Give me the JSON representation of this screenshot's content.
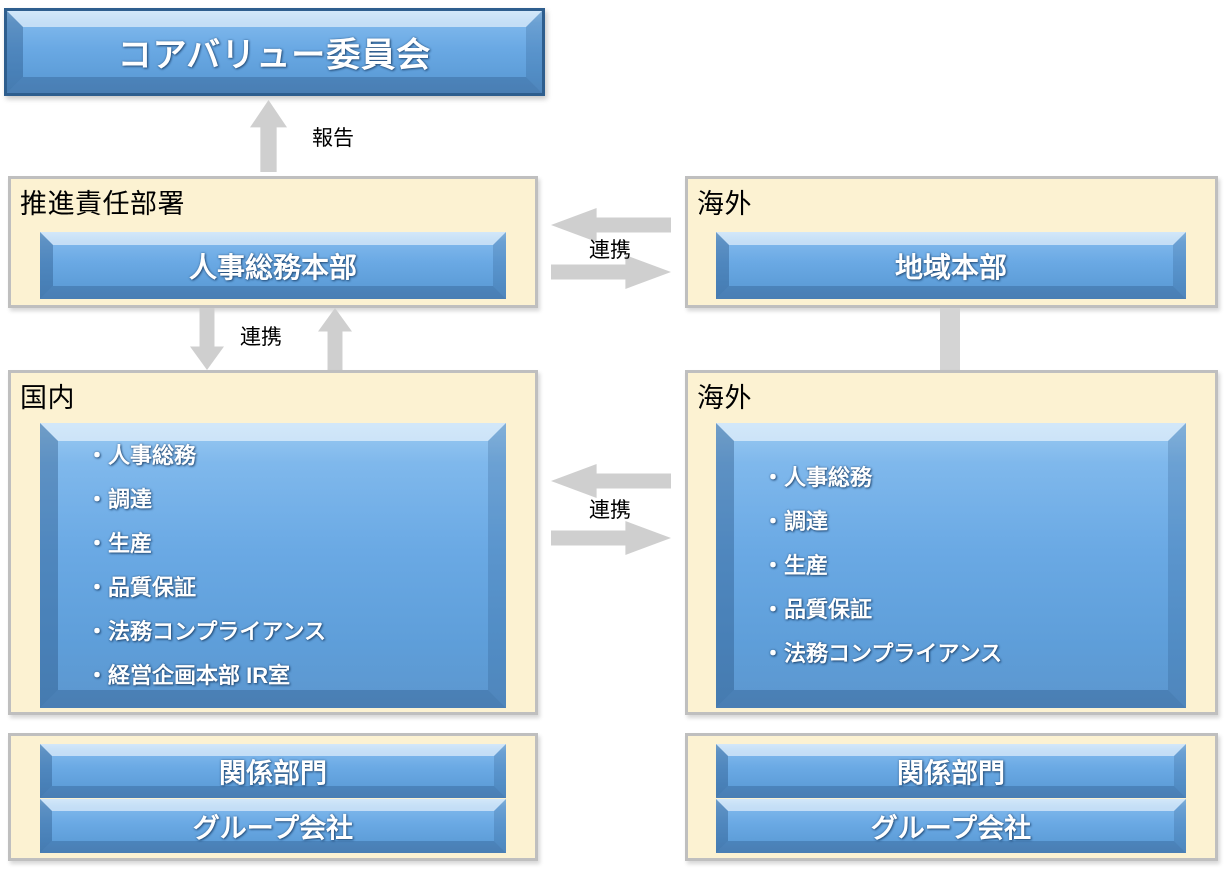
{
  "diagram": {
    "title_box": {
      "label": "コアバリュー委員会"
    },
    "left_top_panel": {
      "title": "推進責任部署",
      "box_label": "人事総務本部"
    },
    "right_top_panel": {
      "title": "海外",
      "box_label": "地域本部"
    },
    "left_mid_panel": {
      "title": "国内",
      "items": [
        "・人事総務",
        "・調達",
        "・生産",
        "・品質保証",
        "・法務コンプライアンス",
        "・経営企画本部 IR室"
      ]
    },
    "right_mid_panel": {
      "title": "海外",
      "items": [
        "・人事総務",
        "・調達",
        "・生産",
        "・品質保証",
        "・法務コンプライアンス"
      ]
    },
    "left_bottom_panel": {
      "box_label_1": "関係部門",
      "box_label_2": "グループ会社"
    },
    "right_bottom_panel": {
      "box_label_1": "関係部門",
      "box_label_2": "グループ会社"
    },
    "edges": {
      "report_label": "報告",
      "link_label_top": "連携",
      "link_label_vertical": "連携",
      "link_label_mid": "連携"
    },
    "colors": {
      "box_fill_light": "#9CCBF2",
      "box_fill_dark": "#5C96CE",
      "panel_fill": "#FCF2D2",
      "panel_border": "#BFBFBF",
      "arrow_gray": "#CFCFCF",
      "committee_border": "#2E5E8E",
      "text_white": "#FFFFFF",
      "text_black": "#000000"
    }
  }
}
